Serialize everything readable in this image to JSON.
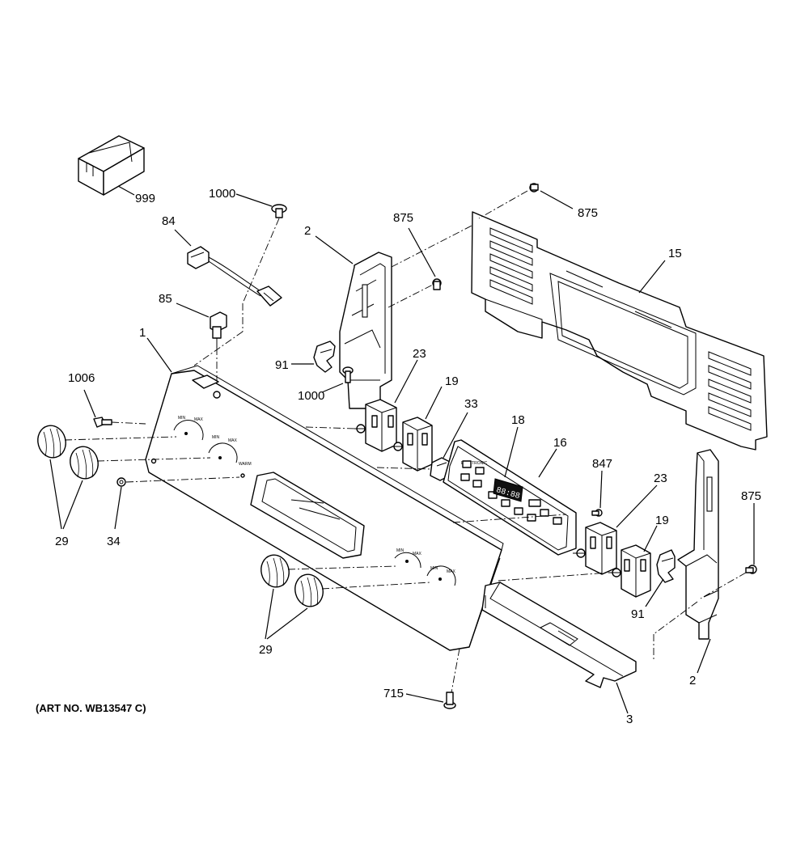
{
  "caption": "(ART NO. WB13547 C)",
  "callouts": {
    "c999": "999",
    "c1000a": "1000",
    "c84": "84",
    "c85": "85",
    "c2a": "2",
    "c875a": "875",
    "c875b": "875",
    "c15": "15",
    "c1": "1",
    "c91a": "91",
    "c1000b": "1000",
    "c23a": "23",
    "c19a": "19",
    "c33": "33",
    "c18": "18",
    "c16": "16",
    "c847": "847",
    "c1006": "1006",
    "c875c": "875",
    "c23b": "23",
    "c19b": "19",
    "c91b": "91",
    "c29a": "29",
    "c34": "34",
    "c29b": "29",
    "c715": "715",
    "c3": "3",
    "c2b": "2"
  },
  "display": {
    "digits": "88:88"
  }
}
